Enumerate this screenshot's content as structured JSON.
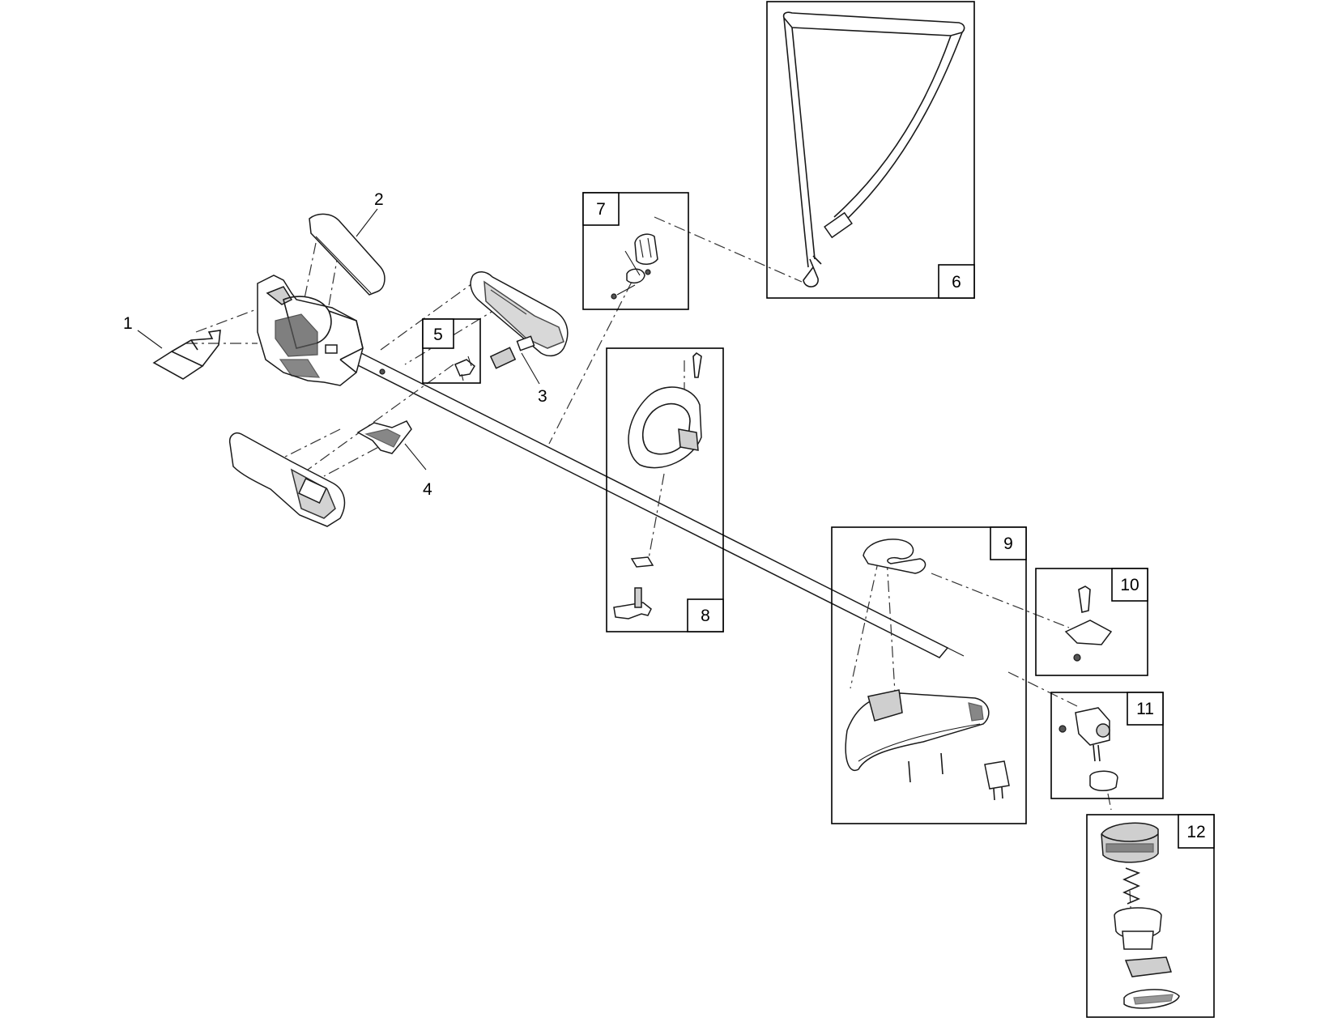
{
  "diagram": {
    "callouts": [
      {
        "id": "callout-1",
        "label": "1"
      },
      {
        "id": "callout-2",
        "label": "2"
      },
      {
        "id": "callout-3",
        "label": "3"
      },
      {
        "id": "callout-4",
        "label": "4"
      },
      {
        "id": "callout-5",
        "label": "5"
      },
      {
        "id": "callout-6",
        "label": "6"
      },
      {
        "id": "callout-7",
        "label": "7"
      },
      {
        "id": "callout-8",
        "label": "8"
      },
      {
        "id": "callout-9",
        "label": "9"
      },
      {
        "id": "callout-10",
        "label": "10"
      },
      {
        "id": "callout-11",
        "label": "11"
      },
      {
        "id": "callout-12",
        "label": "12"
      }
    ],
    "colors": {
      "line": "#1a1a1a",
      "part_fill": "#ffffff",
      "shade": "#cfcfcf",
      "dark": "#555555"
    }
  }
}
